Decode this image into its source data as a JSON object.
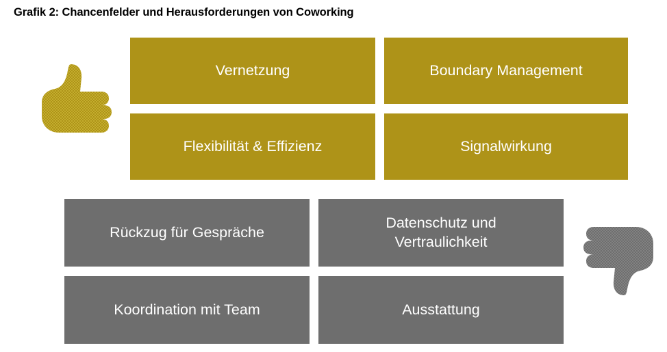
{
  "figure": {
    "title": "Grafik 2: Chancenfelder und Herausforderungen von Coworking",
    "colors": {
      "opportunity": "#ae9318",
      "challenge": "#6e6e6e",
      "text": "#ffffff",
      "title": "#000000",
      "background": "#ffffff"
    }
  },
  "opportunities": {
    "icon": "thumbs-up-icon",
    "items": [
      {
        "label": "Vernetzung"
      },
      {
        "label": "Boundary Management"
      },
      {
        "label": "Flexibilität & Effizienz"
      },
      {
        "label": "Signalwirkung"
      }
    ]
  },
  "challenges": {
    "icon": "thumbs-down-icon",
    "items": [
      {
        "label": "Rückzug für Gespräche"
      },
      {
        "label": "Datenschutz und Vertraulichkeit"
      },
      {
        "label": "Koordination mit Team"
      },
      {
        "label": "Ausstattung"
      }
    ]
  }
}
